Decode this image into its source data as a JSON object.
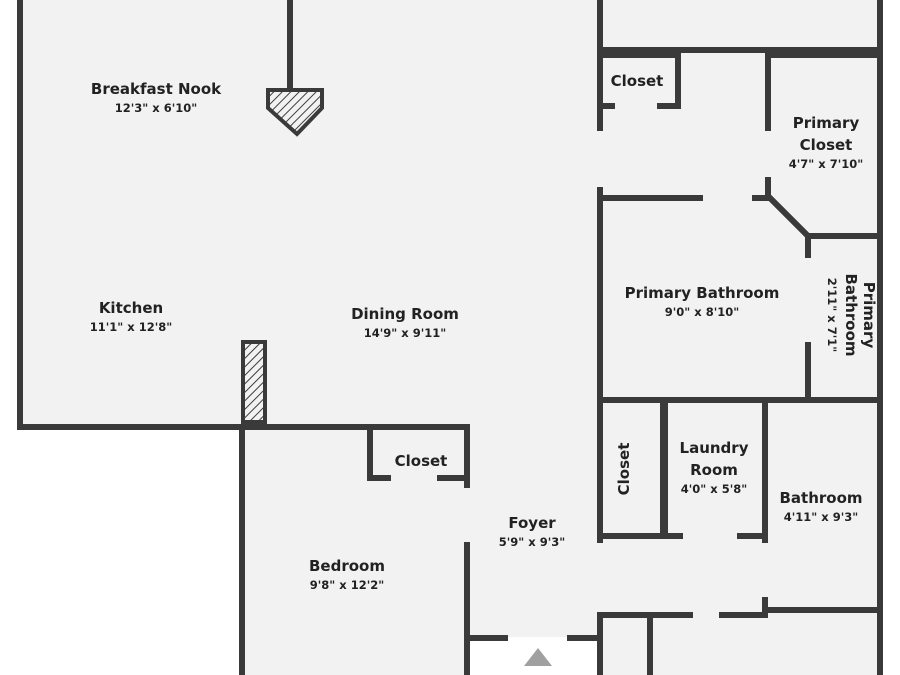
{
  "floor_plan": {
    "rooms": {
      "breakfast_nook": {
        "name": "Breakfast Nook",
        "dimensions": "12'3\" x 6'10\""
      },
      "kitchen": {
        "name": "Kitchen",
        "dimensions": "11'1\" x 12'8\""
      },
      "dining_room": {
        "name": "Dining Room",
        "dimensions": "14'9\" x 9'11\""
      },
      "closet_top": {
        "name": "Closet"
      },
      "primary_closet": {
        "name_line1": "Primary",
        "name_line2": "Closet",
        "dimensions": "4'7\" x 7'10\""
      },
      "primary_bathroom": {
        "name": "Primary Bathroom",
        "dimensions": "9'0\" x 8'10\""
      },
      "primary_bathroom_2": {
        "name_line1": "Primary",
        "name_line2": "Bathroom",
        "dimensions": "2'11\" x 7'1\""
      },
      "closet_bedroom": {
        "name": "Closet"
      },
      "bedroom": {
        "name": "Bedroom",
        "dimensions": "9'8\" x 12'2\""
      },
      "foyer": {
        "name": "Foyer",
        "dimensions": "5'9\" x 9'3\""
      },
      "closet_laundry": {
        "name": "Closet"
      },
      "laundry_room": {
        "name_line1": "Laundry",
        "name_line2": "Room",
        "dimensions": "4'0\" x 5'8\""
      },
      "bathroom": {
        "name": "Bathroom",
        "dimensions": "4'11\" x 9'3\""
      }
    },
    "colors": {
      "floor": "#f2f2f2",
      "wall": "#3a3a3a",
      "opening": "#ffffff",
      "hatch": "#3a3a3a"
    }
  }
}
